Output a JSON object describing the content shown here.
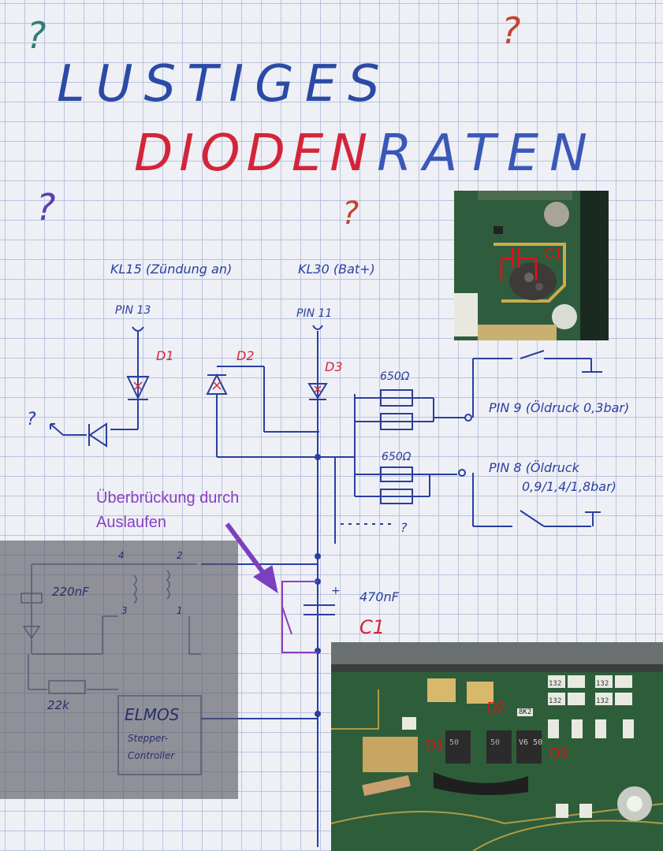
{
  "title": {
    "line1": "LUSTIGES",
    "line2_red": "DIODEN",
    "line2_blue": "RATEN"
  },
  "question_mark": "?",
  "labels": {
    "kl15": "KL15 (Zündung an)",
    "kl30": "KL30 (Bat+)",
    "pin13": "PIN 13",
    "pin11": "PIN 11",
    "d1": "D1",
    "d2": "D2",
    "d3": "D3",
    "r650_top": "650Ω",
    "r650_bottom": "650Ω",
    "pin9": "PIN 9 (Öldruck 0,3bar)",
    "pin8_line1": "PIN 8 (Öldruck",
    "pin8_line2": "0,9/1,4/1,8bar)",
    "cap_470": "470nF",
    "c1_hand": "C1",
    "cap_220": "220nF",
    "r22k": "22k",
    "elmos_title": "ELMOS",
    "elmos_sub1": "Stepper-",
    "elmos_sub2": "Controller",
    "coil_pins": [
      "4",
      "2",
      "3",
      "1"
    ],
    "plus": "+"
  },
  "annotation": {
    "line1": "Überbrückung durch",
    "line2": "Auslaufen"
  },
  "photo_labels": {
    "c1": "C1",
    "d1": "D1",
    "d2": "D2",
    "d3": "D3",
    "chip_markings": [
      "132",
      "132",
      "132",
      "132",
      "8K2",
      "50",
      "50",
      "V6 50"
    ]
  },
  "colors": {
    "ink_blue": "#2a3f9e",
    "ink_red": "#d4243a",
    "ink_purple": "#8a3fc0",
    "photo_label": "#e3101a"
  }
}
